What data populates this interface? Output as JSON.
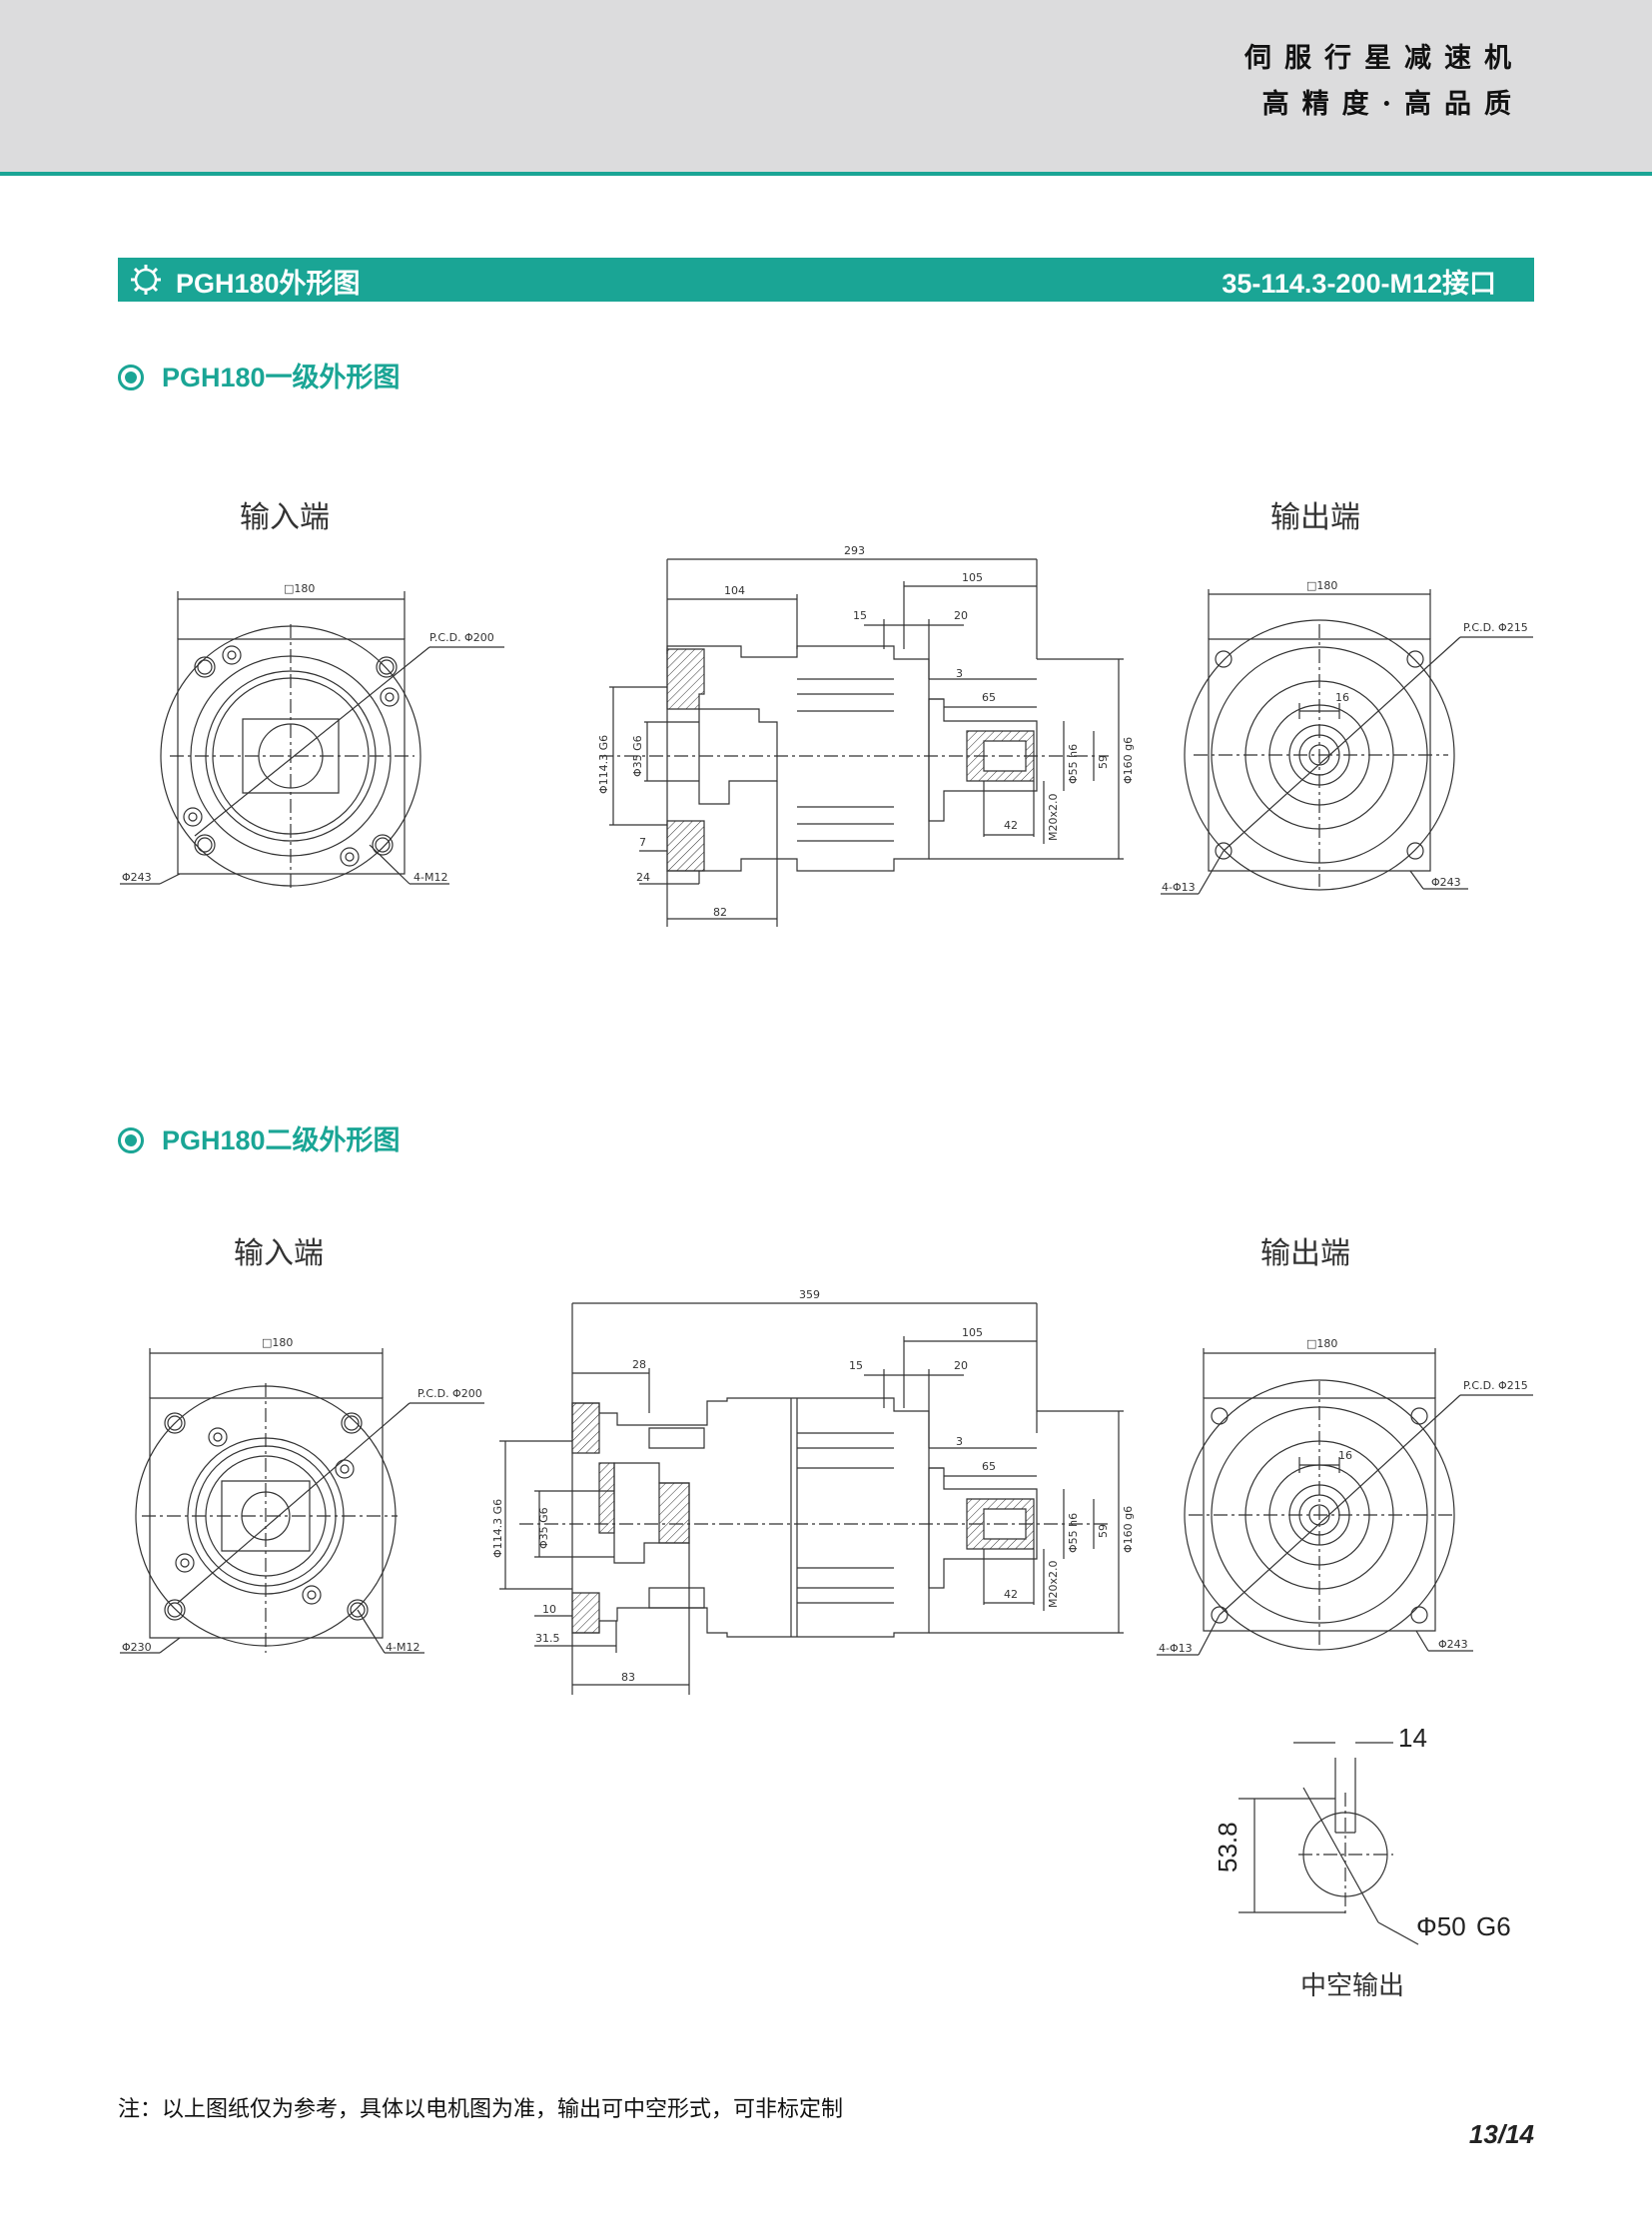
{
  "header": {
    "slogan_line1": "伺服行星减速机",
    "slogan_line2": "高精度·高品质",
    "accent_color": "#1aa595"
  },
  "title_bar": {
    "icon": "gear-icon",
    "left_title": "PGH180外形图",
    "right_title": "35-114.3-200-M12接口"
  },
  "stage1": {
    "heading": "PGH180一级外形图",
    "input_label": "输入端",
    "output_label": "输出端",
    "input_view": {
      "square": "□180",
      "pcd": "P.C.D. Φ200",
      "dia": "Φ243",
      "holes": "4-M12"
    },
    "side_view": {
      "d293": "293",
      "d104": "104",
      "d105": "105",
      "d15": "15",
      "d20": "20",
      "d3": "3",
      "d65": "65",
      "d42": "42",
      "d7": "7",
      "d24": "24",
      "d82": "82",
      "d1143": "Φ114.3 G6",
      "d35": "Φ35 G6",
      "d55": "Φ55 h6",
      "d59": "59",
      "d160": "Φ160 g6",
      "m20": "M20x2.0"
    },
    "output_view": {
      "square": "□180",
      "pcd": "P.C.D. Φ215",
      "key": "16",
      "holes": "4-Φ13",
      "dia": "Φ243"
    }
  },
  "stage2": {
    "heading": "PGH180二级外形图",
    "input_label": "输入端",
    "output_label": "输出端",
    "input_view": {
      "square": "□180",
      "pcd": "P.C.D. Φ200",
      "dia": "Φ230",
      "holes": "4-M12"
    },
    "side_view": {
      "d359": "359",
      "d28": "28",
      "d105": "105",
      "d15": "15",
      "d20": "20",
      "d3": "3",
      "d65": "65",
      "d42": "42",
      "d10": "10",
      "d315": "31.5",
      "d83": "83",
      "d1143": "Φ114.3 G6",
      "d35": "Φ35 G6",
      "d55": "Φ55 h6",
      "d59": "59",
      "d160": "Φ160 g6",
      "m20": "M20x2.0"
    },
    "output_view": {
      "square": "□180",
      "pcd": "P.C.D. Φ215",
      "key": "16",
      "holes": "4-Φ13",
      "dia": "Φ243"
    },
    "hollow": {
      "width": "14",
      "height": "53.8",
      "dia": "Φ50",
      "tol": "G6",
      "caption": "中空输出"
    }
  },
  "footer": {
    "note": "注：以上图纸仅为参考，具体以电机图为准，输出可中空形式，可非标定制",
    "page": "13/14"
  }
}
